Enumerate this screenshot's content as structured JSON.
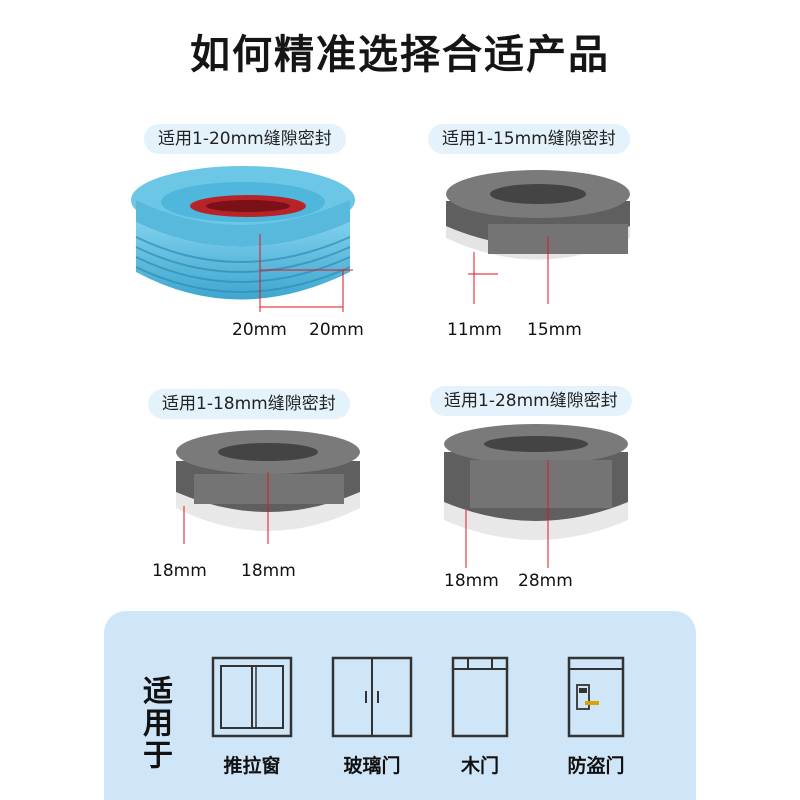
{
  "title": "如何精准选择合适产品",
  "products": [
    {
      "tag": "适用1-20mm缝隙密封",
      "dims": [
        "20mm",
        "20mm"
      ]
    },
    {
      "tag": "适用1-15mm缝隙密封",
      "dims": [
        "11mm",
        "15mm"
      ]
    },
    {
      "tag": "适用1-18mm缝隙密封",
      "dims": [
        "18mm",
        "18mm"
      ]
    },
    {
      "tag": "适用1-28mm缝隙密封",
      "dims": [
        "18mm",
        "28mm"
      ]
    }
  ],
  "usage": {
    "label": "适用于",
    "items": [
      {
        "label": "推拉窗",
        "icon": "sliding-window-icon"
      },
      {
        "label": "玻璃门",
        "icon": "glass-door-icon"
      },
      {
        "label": "木门",
        "icon": "wooden-door-icon"
      },
      {
        "label": "防盗门",
        "icon": "security-door-icon"
      }
    ]
  },
  "colors": {
    "accent": "#cfe6f8",
    "pill": "#e4f2fb",
    "measure": "#e0161b",
    "blue_strip": "#5bb7d9",
    "grey_strip": "#6b6b6b"
  }
}
